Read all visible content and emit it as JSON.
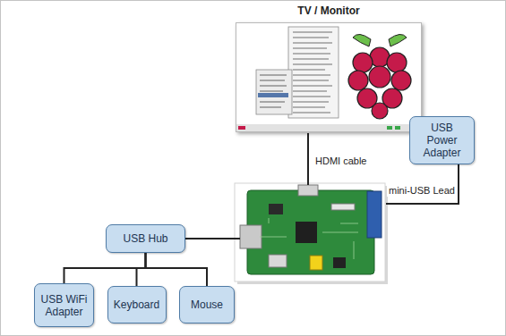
{
  "diagram": {
    "nodes": [
      {
        "text": [
          "TV / Monitor"
        ]
      },
      {
        "text": [
          "USB Power Adapter"
        ]
      },
      {
        "text": [
          "USB Hub"
        ]
      },
      {
        "text": [
          "USB WiFi Adapter"
        ]
      },
      {
        "text": [
          "Keyboard"
        ]
      },
      {
        "text": [
          "Mouse"
        ]
      }
    ],
    "edges": [
      {
        "from": 2,
        "to": 3,
        "arrow": "none"
      },
      {
        "from": 2,
        "to": 4,
        "arrow": "none"
      },
      {
        "from": 2,
        "to": 5,
        "arrow": "none"
      }
    ],
    "labels": [
      "HDMI cable",
      "mini-USB Lead"
    ]
  }
}
